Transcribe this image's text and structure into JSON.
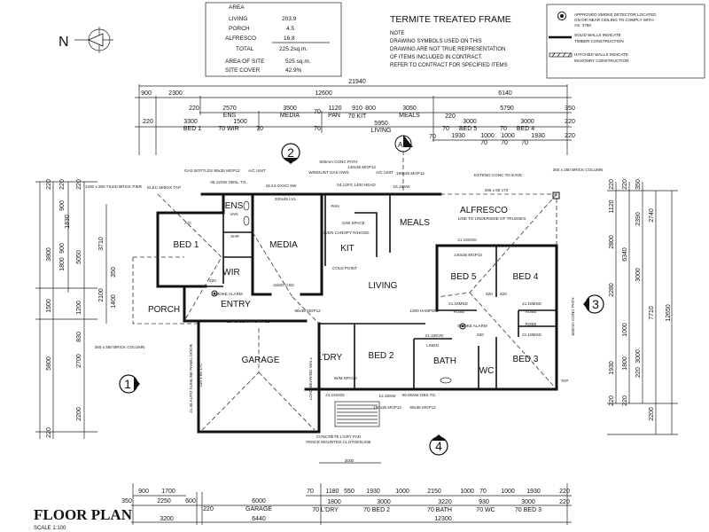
{
  "area_table": {
    "heading": "AREA",
    "rows": [
      {
        "label": "LIVING",
        "value": "203.9"
      },
      {
        "label": "PORCH",
        "value": "4.5"
      },
      {
        "label": "ALFRESCO",
        "value": "16.8"
      }
    ],
    "total_label": "TOTAL",
    "total_value": "225.2sq.m.",
    "site_label": "AREA OF SITE",
    "site_value": "525 sq.m.",
    "cover_label": "SITE COVER",
    "cover_value": "42.9%"
  },
  "notes": {
    "title": "TERMITE TREATED FRAME",
    "heading": "NOTE",
    "lines": [
      "DRAWING SYMBOLS USED ON THIS",
      "DRAWING ARE NOT TRUE REPRESENTATION",
      "OF ITEMS INCLUDED IN CONTRACT.",
      "REFER TO CONTRACT FOR SPECIFIED ITEMS"
    ]
  },
  "legend": {
    "smoke": [
      "APPROVED SMOKE DETECTOR LOCATED",
      "ON OR NEAR CEILING TO COMPLY WITH",
      "AS. 3786"
    ],
    "solid": [
      "SOLID WALLS INDICATE",
      "TIMBER CONSTRUCTION"
    ],
    "hatched": [
      "HATCHED WALLS INDICATE",
      "MASONRY CONSTRUCTION"
    ]
  },
  "north": "N",
  "title": "FLOOR PLAN",
  "scale": "SCALE 1:100",
  "markers": [
    "1",
    "2",
    "3",
    "4",
    "A"
  ],
  "rooms": [
    "BED 1",
    "MEDIA",
    "KIT",
    "MEALS",
    "LIVING",
    "ENTRY",
    "PORCH",
    "WIR",
    "ENS",
    "ALFRESCO",
    "BED 5",
    "BED 4",
    "BED 3",
    "BATH",
    "WC",
    "BED 2",
    "L'DRY",
    "GARAGE"
  ],
  "annotations": [
    "GAS BOTTLES",
    "90x35 MGP12",
    "A/C UNIT",
    "06.12SW OBSL.TG.",
    "18.24 OXXO SW",
    "W/MOUNT GAS HWS",
    "140x35 MGP12",
    "A/C UNIT",
    "190x35 MGP12",
    "04.12FG 1400 HEAD",
    "16.18SW",
    "600mm CONC PATH",
    "200x45 LVL",
    "ELEC M/BOX TAP",
    "A/C",
    "VAN",
    "PAN",
    "D/W SPACE",
    "OVEN CANOPY R/HOOD",
    "COLD POINT",
    "2x820 CSD",
    "SMOKE ALARM",
    "1000 HAMPER",
    "90x35 MGP12",
    "LOAD-BEARING WALL",
    "EXTEND CONC TO EAVE",
    "350 x 350 BRICK COLUMN",
    "295 x 65 170",
    "LINE TO UNDERSIDE OF TRUSSES",
    "21.18SGD",
    "140x35 MGP12",
    "21.18MSD",
    "21.18MSD",
    "21.18MSD",
    "21.18SVD",
    "LINEN",
    "SMOKE ALARM",
    "ROBE",
    "ROBE",
    "ROBE",
    "TAP",
    "21.15SGD",
    "12.18SW",
    "09.06SW OBS.TG.",
    "190x35 MGP12",
    "90x35 MGP12",
    "W/M SPACE",
    "CONCRETE L'DRY PAD",
    "FENCE MOUNTED CLOTHESLINE",
    "3000",
    "1200 x 350 TILED BRICK PIER",
    "350 x 350 BRICK COLUMN",
    "21.48 AUTO SUMLINE PANEL DOOR",
    "230 x 65 17C",
    "LOAD-BEARING WALL",
    "600mm CONC PATH",
    "SHR",
    "820",
    "820",
    "820",
    "820"
  ],
  "dims": {
    "top": [
      "21940",
      "900",
      "2300",
      "12600",
      "6140",
      "220",
      "2570",
      "3500",
      "70",
      "1120",
      "910",
      "800",
      "3050",
      "5790",
      "350",
      "ENS",
      "MEDIA",
      "PAN",
      "70 KIT",
      "MEALS",
      "220",
      "220",
      "3300",
      "1500",
      "70 WIR",
      "70",
      "70",
      "5950",
      "LIVING",
      "BED 1",
      "3000",
      "BED 5",
      "3000",
      "BED 4",
      "220",
      "70",
      "70",
      "70",
      "1930",
      "1000",
      "1000",
      "1930",
      "220",
      "70",
      "70",
      "70"
    ],
    "bottom": [
      "900",
      "1700",
      "350",
      "2250",
      "600",
      "6000",
      "GARAGE",
      "220",
      "3200",
      "6440",
      "12300",
      "70",
      "1180",
      "550",
      "1930",
      "1000",
      "2150",
      "1000",
      "70",
      "1000",
      "1930",
      "220",
      "1800",
      "3000",
      "3220",
      "930",
      "3000",
      "220",
      "70 L'DRY",
      "70 BED 2",
      "70 BATH",
      "70 WC",
      "70 BED 3"
    ],
    "left": [
      "3800",
      "1500",
      "5800",
      "220",
      "220",
      "220",
      "900",
      "1830",
      "5050",
      "3710",
      "2100",
      "1400",
      "350",
      "1200",
      "830",
      "2700",
      "2200",
      "220",
      "1800",
      "900"
    ],
    "right": [
      "220",
      "220",
      "350",
      "1120",
      "2800",
      "2390",
      "2740",
      "6340",
      "3000",
      "2280",
      "1000",
      "7710",
      "12650",
      "1930",
      "1800",
      "3000",
      "220",
      "220",
      "220",
      "2200"
    ]
  }
}
